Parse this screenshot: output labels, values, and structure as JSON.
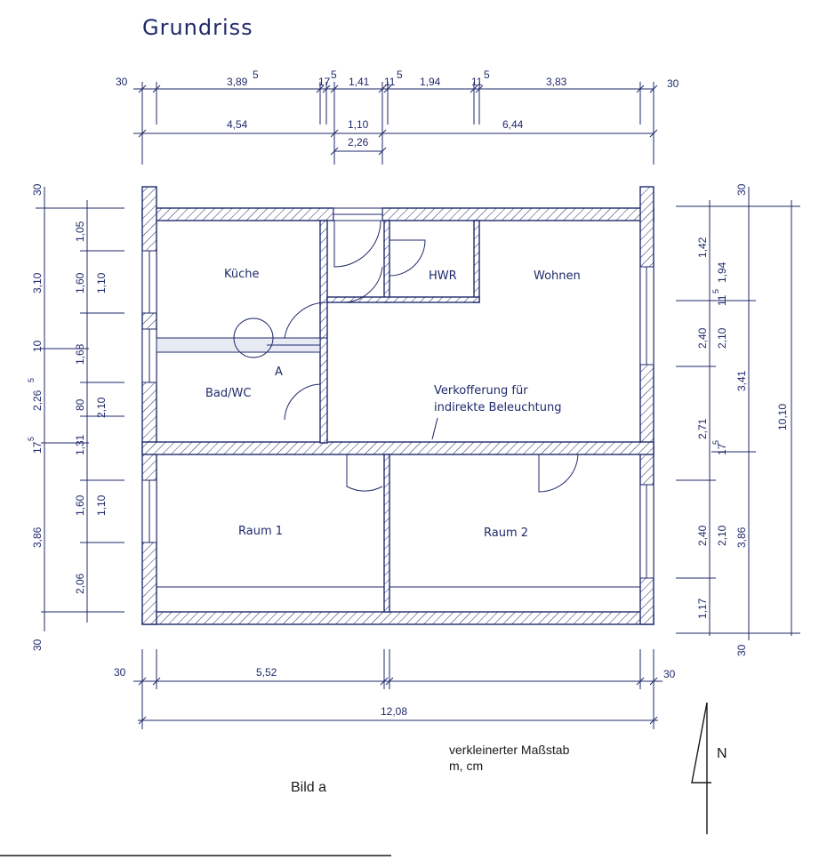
{
  "title": "Grundriss",
  "rooms": {
    "kueche": "Küche",
    "hwr": "HWR",
    "wohnen": "Wohnen",
    "bad": "Bad/WC",
    "raum1": "Raum 1",
    "raum2": "Raum 2"
  },
  "annotation": {
    "line1": "Verkofferung für",
    "line2": "indirekte Beleuchtung",
    "marker": "A"
  },
  "dims_top_row1": [
    "30",
    "3,89",
    "5",
    "17",
    "5",
    "1,41",
    "11",
    "5",
    "1,94",
    "11",
    "5",
    "3,83",
    "30"
  ],
  "dims_top_row2": [
    "4,54",
    "1,10",
    "6,44"
  ],
  "dims_top_row3": "2,26",
  "dims_bottom": [
    "30",
    "5,52",
    "30"
  ],
  "dims_bottom_total": "12,08",
  "dims_left_outer": [
    "30",
    "3,10",
    "10",
    "2,26",
    "5",
    "17",
    "5",
    "3,86",
    "30"
  ],
  "dims_left_mid": [
    "1,05",
    "1,60",
    "1,68",
    "80",
    "1,31",
    "1,60",
    "2,06"
  ],
  "dims_left_inner": [
    "1,10",
    "2,10",
    "1,10"
  ],
  "dims_right_inner": [
    "1,42",
    "2,40",
    "2,71",
    "2,40",
    "1,17"
  ],
  "dims_right_mid": [
    "1,94",
    "11",
    "5",
    "2,10",
    "17",
    "5",
    "2,10"
  ],
  "dims_right_outer": [
    "30",
    "3,41",
    "3,86",
    "30"
  ],
  "dims_right_total": "10,10",
  "scale_note": {
    "line1": "verkleinerter Maßstab",
    "line2": "m, cm"
  },
  "figure_label": "Bild a",
  "north": "N"
}
